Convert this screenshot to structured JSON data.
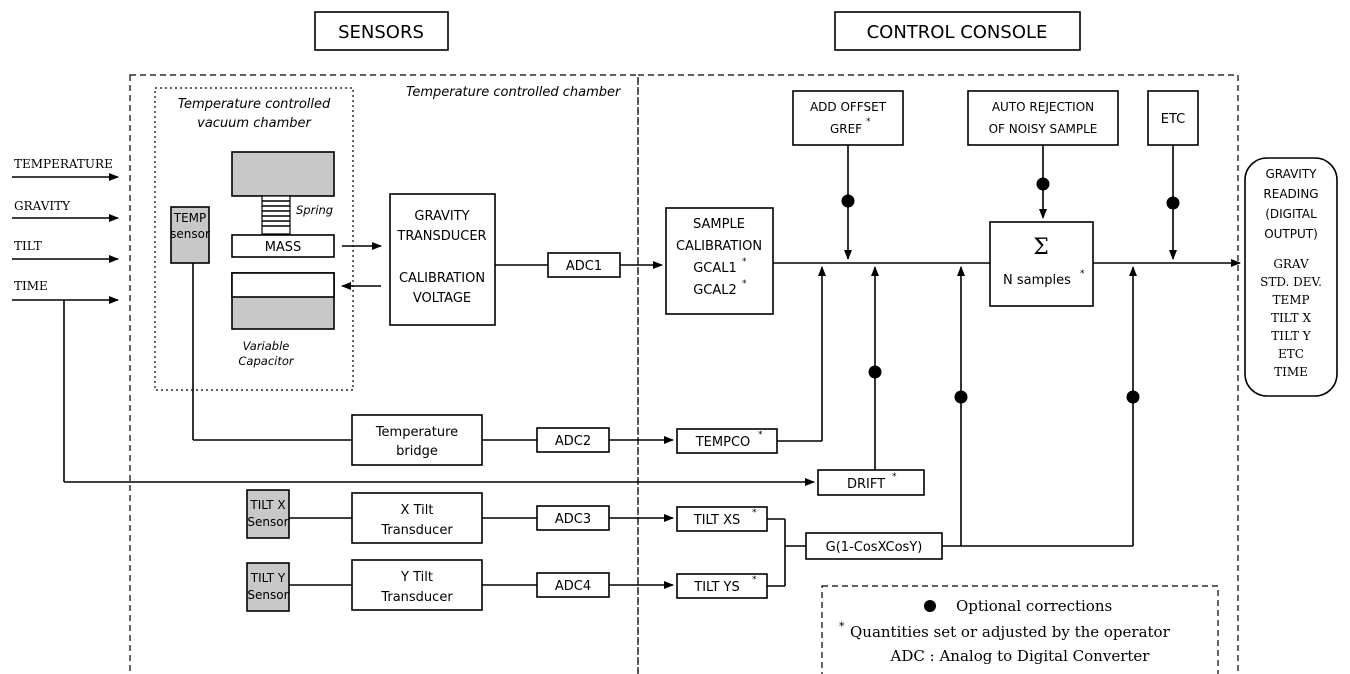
{
  "headers": {
    "sensors": "SENSORS",
    "control_console": "CONTROL CONSOLE"
  },
  "inputs": [
    "TEMPERATURE",
    "GRAVITY",
    "TILT",
    "TIME"
  ],
  "chambers": {
    "outer": "Temperature controlled chamber",
    "inner_line1": "Temperature controlled",
    "inner_line2": "vacuum chamber"
  },
  "sensor_parts": {
    "spring": "Spring",
    "mass": "MASS",
    "capacitor_line1": "Variable",
    "capacitor_line2": "Capacitor",
    "temp_sensor_line1": "TEMP",
    "temp_sensor_line2": "sensor",
    "tilt_x_sensor_line1": "TILT X",
    "tilt_x_sensor_line2": "Sensor",
    "tilt_y_sensor_line1": "TILT Y",
    "tilt_y_sensor_line2": "Sensor"
  },
  "transducer": {
    "line1": "GRAVITY",
    "line2": "TRANSDUCER",
    "line3": "CALIBRATION",
    "line4": "VOLTAGE"
  },
  "blocks": {
    "adc1": "ADC1",
    "adc2": "ADC2",
    "adc3": "ADC3",
    "adc4": "ADC4",
    "temp_bridge_line1": "Temperature",
    "temp_bridge_line2": "bridge",
    "x_tilt_line1": "X Tilt",
    "x_tilt_line2": "Transducer",
    "y_tilt_line1": "Y Tilt",
    "y_tilt_line2": "Transducer",
    "sample_cal_line1": "SAMPLE",
    "sample_cal_line2": "CALIBRATION",
    "sample_cal_line3": "GCAL1",
    "sample_cal_line4": "GCAL2",
    "tempco": "TEMPCO",
    "drift": "DRIFT",
    "tilt_xs": "TILT XS",
    "tilt_ys": "TILT YS",
    "tilt_correction": "G(1-CosXCosY)",
    "add_offset_line1": "ADD OFFSET",
    "add_offset_line2": "GREF",
    "auto_reject_line1": "AUTO REJECTION",
    "auto_reject_line2": "OF NOISY SAMPLE",
    "etc": "ETC",
    "sum_symbol": "Σ",
    "sum_label": "N samples",
    "star": "*"
  },
  "output": {
    "title_line1": "GRAVITY",
    "title_line2": "READING",
    "title_line3": "(DIGITAL",
    "title_line4": "OUTPUT)",
    "items": [
      "GRAV",
      "STD. DEV.",
      "TEMP",
      "TILT X",
      "TILT Y",
      "ETC",
      "TIME"
    ]
  },
  "legend": {
    "dot_text": "Optional corrections",
    "star_symbol": "*",
    "star_text": "Quantities set or adjusted by the operator",
    "adc_text": "ADC : Analog to Digital Converter"
  }
}
